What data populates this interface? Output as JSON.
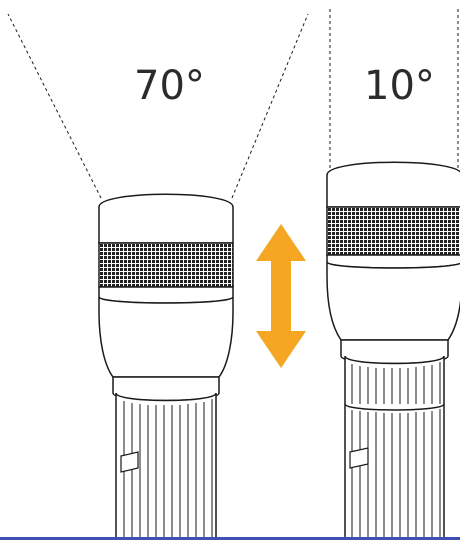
{
  "labels": {
    "wide_angle": "70°",
    "narrow_angle": "10°"
  },
  "colors": {
    "line": "#1a1a1a",
    "arrow": "#f5a623",
    "knurl_dark": "#222222",
    "background": "#ffffff",
    "bottom_rule": "#3f50b5"
  },
  "icons": {
    "adjust_arrow": "double-headed-vertical-arrow"
  }
}
